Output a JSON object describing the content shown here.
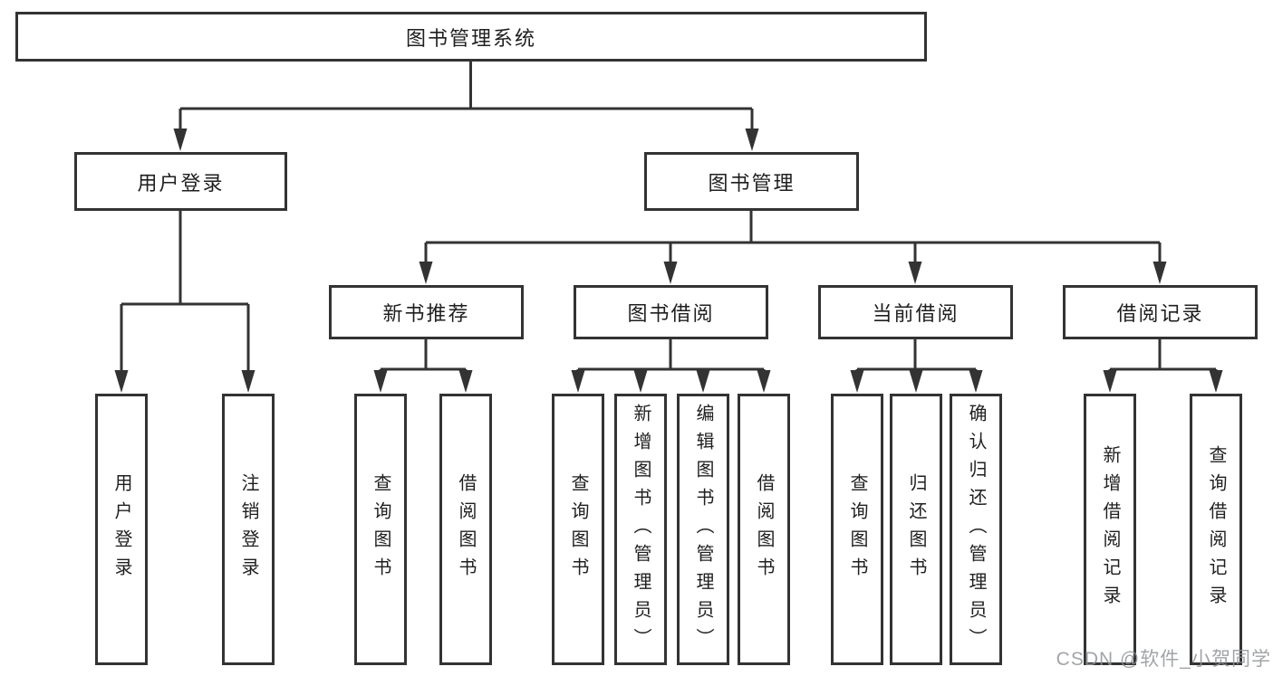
{
  "diagram": {
    "root": {
      "label": "图书管理系统"
    },
    "level2": [
      {
        "id": "user-login",
        "label": "用户登录"
      },
      {
        "id": "book-management",
        "label": "图书管理"
      }
    ],
    "level3": [
      {
        "id": "new-book-recommend",
        "label": "新书推荐",
        "parent": "图书管理"
      },
      {
        "id": "book-borrow",
        "label": "图书借阅",
        "parent": "图书管理"
      },
      {
        "id": "current-borrow",
        "label": "当前借阅",
        "parent": "图书管理"
      },
      {
        "id": "borrow-records",
        "label": "借阅记录",
        "parent": "图书管理"
      }
    ],
    "leaves": [
      {
        "id": "user-login",
        "label": "用户登录",
        "parent": "用户登录"
      },
      {
        "id": "logout",
        "label": "注销登录",
        "parent": "用户登录"
      },
      {
        "id": "query-books-recommend",
        "label": "查询图书",
        "parent": "新书推荐"
      },
      {
        "id": "borrow-books-recommend",
        "label": "借阅图书",
        "parent": "新书推荐"
      },
      {
        "id": "query-books-borrow",
        "label": "查询图书",
        "parent": "图书借阅"
      },
      {
        "id": "add-books-admin",
        "label": "新增图书（管理员）",
        "parent": "图书借阅"
      },
      {
        "id": "edit-books-admin",
        "label": "编辑图书（管理员）",
        "parent": "图书借阅"
      },
      {
        "id": "borrow-books-borrow",
        "label": "借阅图书",
        "parent": "图书借阅"
      },
      {
        "id": "query-books-current",
        "label": "查询图书",
        "parent": "当前借阅"
      },
      {
        "id": "return-books",
        "label": "归还图书",
        "parent": "当前借阅"
      },
      {
        "id": "confirm-return-admin",
        "label": "确认归还（管理员）",
        "parent": "当前借阅"
      },
      {
        "id": "add-borrow-record",
        "label": "新增借阅记录",
        "parent": "借阅记录"
      },
      {
        "id": "query-borrow-record",
        "label": "查询借阅记录",
        "parent": "借阅记录"
      }
    ]
  },
  "watermark": {
    "text": "CSDN @软件_小贺同学"
  },
  "colors": {
    "line": "#333333",
    "box_border": "#333333",
    "box_fill": "#ffffff",
    "text": "#1f1f1f",
    "watermark": "#919499"
  }
}
